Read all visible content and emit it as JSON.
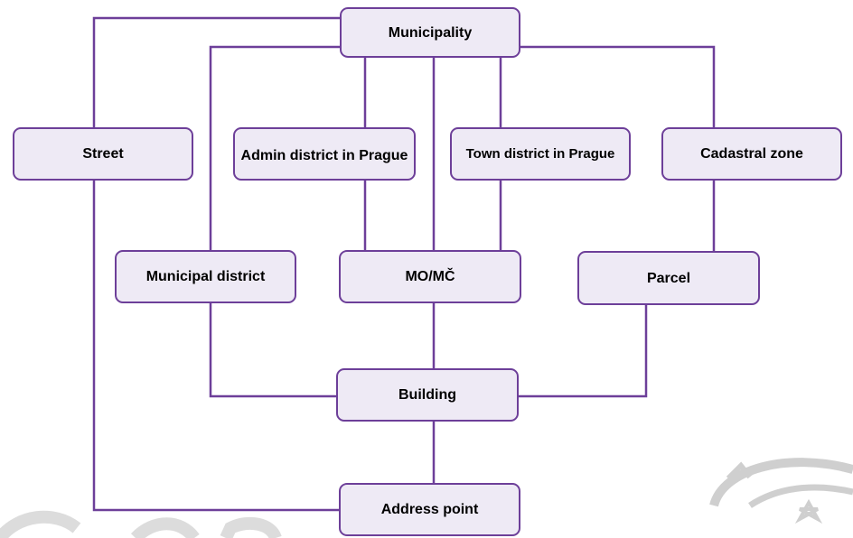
{
  "nodes": {
    "municipality": "Municipality",
    "street": "Street",
    "admin_district": "Admin district in Prague",
    "town_district": "Town district in Prague",
    "cadastral_zone": "Cadastral zone",
    "municipal_district": "Municipal district",
    "mo_mc": "MO/MČ",
    "parcel": "Parcel",
    "building": "Building",
    "address_point": "Address point"
  },
  "colors": {
    "line": "#6d3f99",
    "box_fill": "#eeeaf5",
    "box_border": "#6d3f99",
    "watermark": "#d9d9d9"
  }
}
